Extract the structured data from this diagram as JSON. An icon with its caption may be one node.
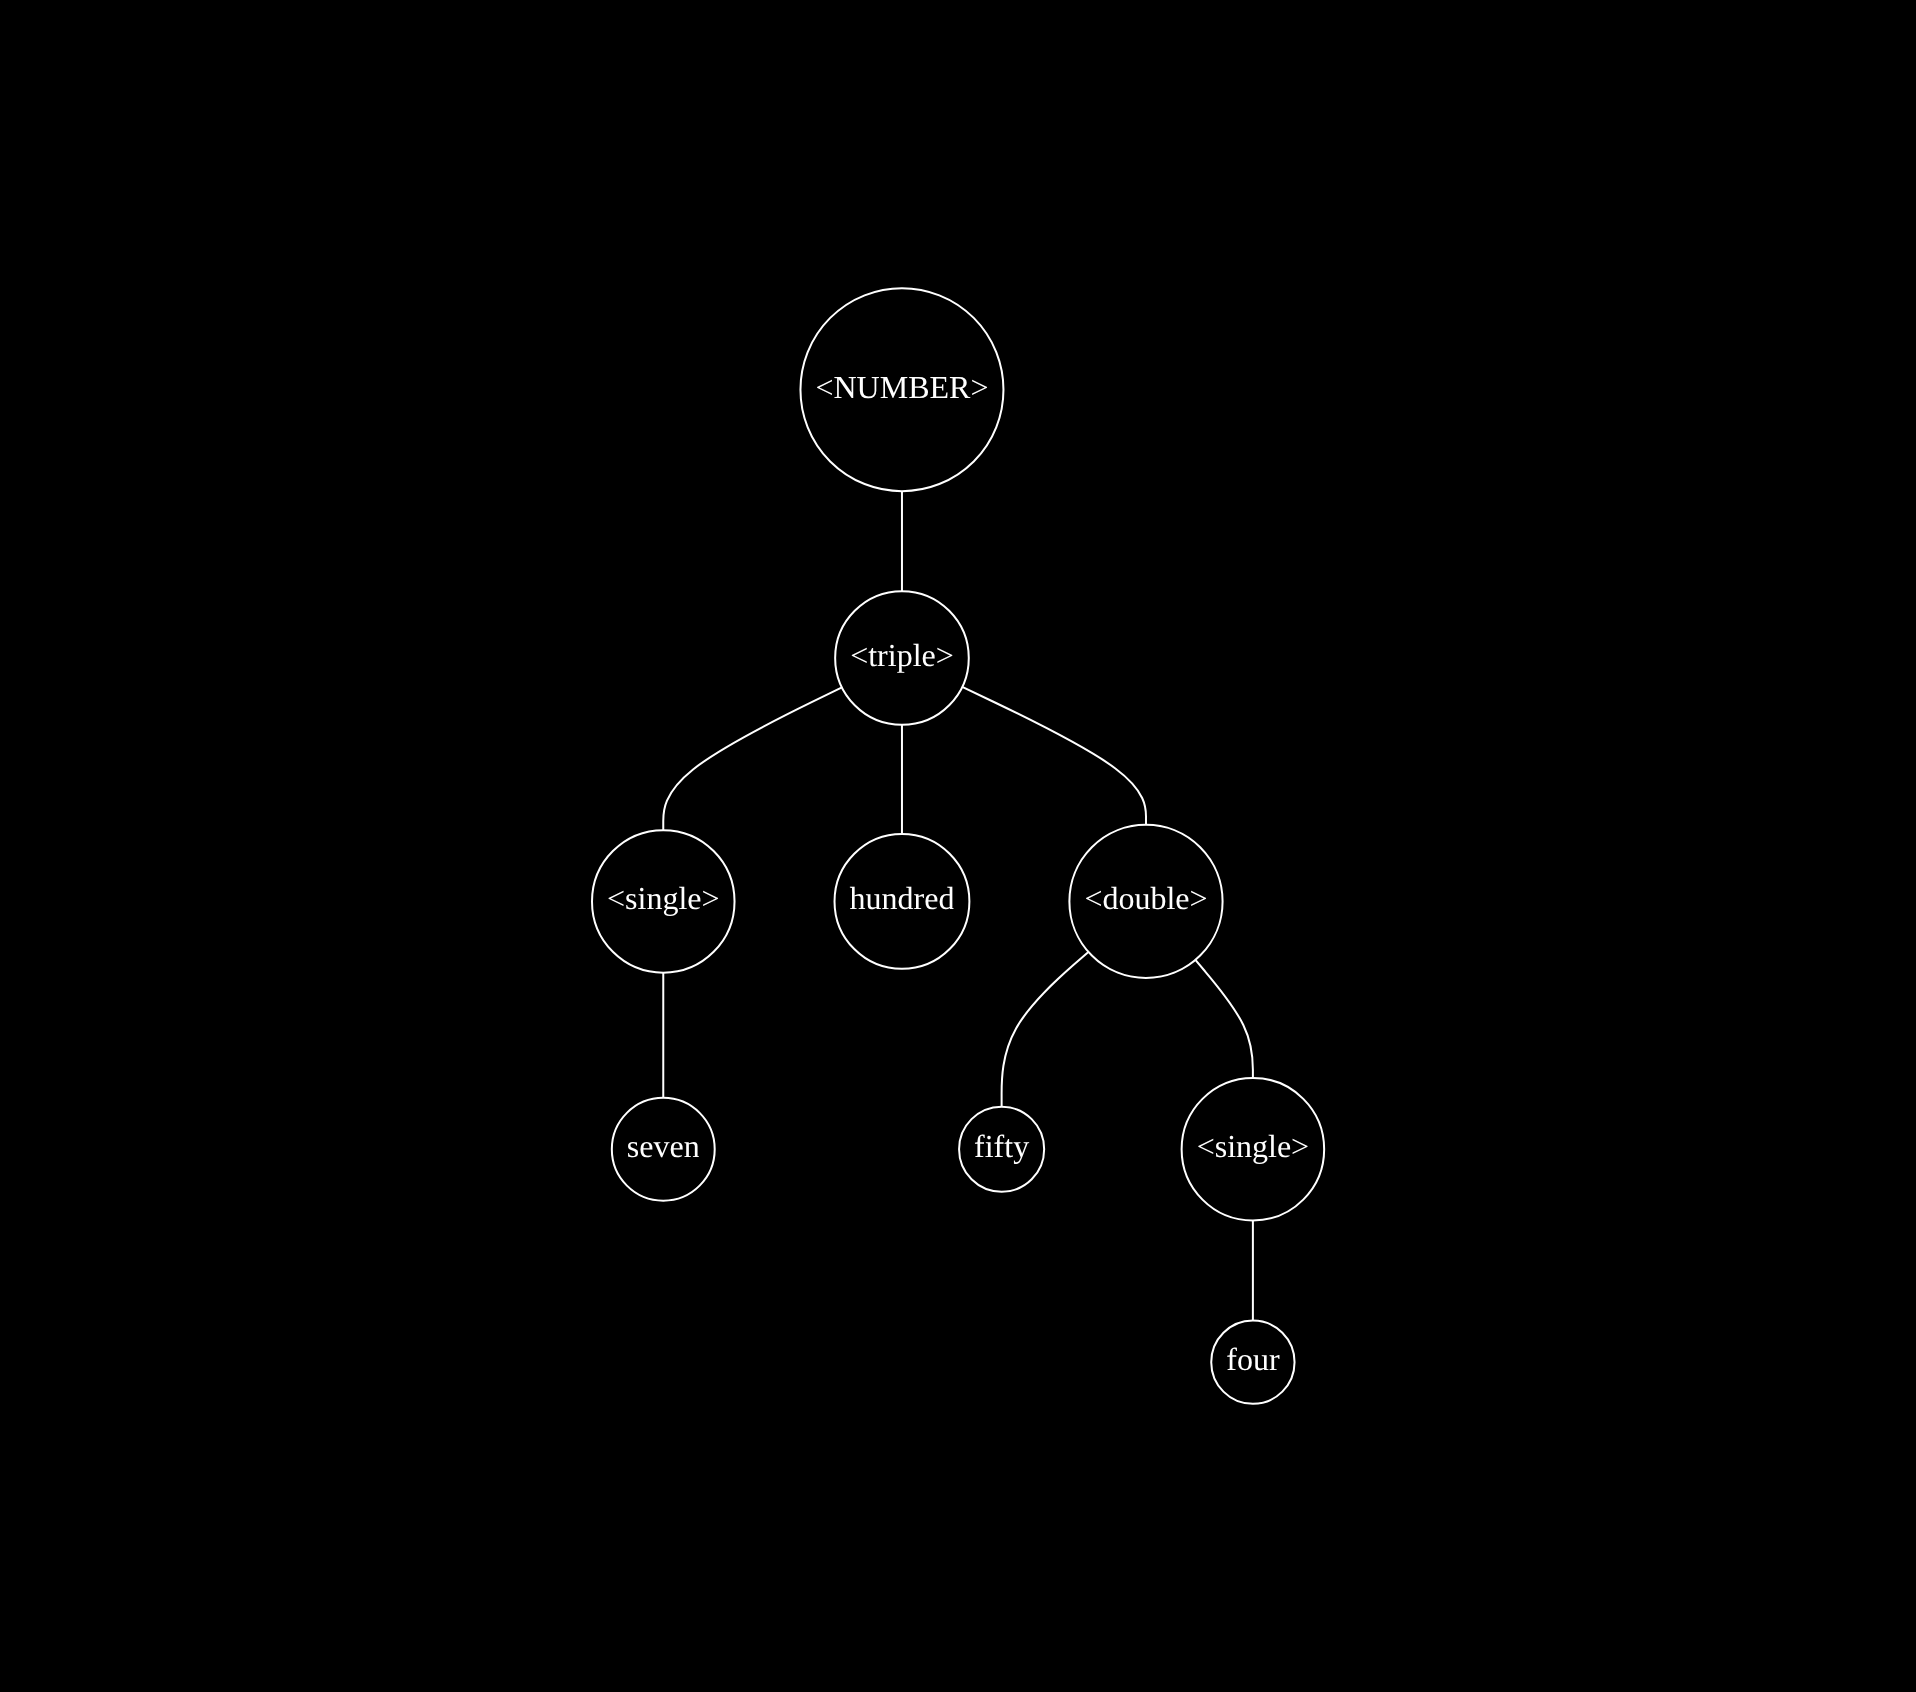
{
  "diagram": {
    "nodes": [
      {
        "text": [
          "<NUMBER>"
        ]
      },
      {
        "text": [
          "<triple>"
        ]
      },
      {
        "text": [
          "<single>"
        ]
      },
      {
        "text": [
          "hundred"
        ]
      },
      {
        "text": [
          "<double>"
        ]
      },
      {
        "text": [
          "seven"
        ]
      },
      {
        "text": [
          "fifty"
        ]
      },
      {
        "text": [
          "<single>"
        ]
      },
      {
        "text": [
          "four"
        ]
      }
    ],
    "edges": [
      {
        "from": 0,
        "to": 1,
        "arrow": "none"
      },
      {
        "from": 1,
        "to": 2,
        "arrow": "none"
      },
      {
        "from": 1,
        "to": 3,
        "arrow": "none"
      },
      {
        "from": 1,
        "to": 4,
        "arrow": "none"
      },
      {
        "from": 2,
        "to": 5,
        "arrow": "none"
      },
      {
        "from": 4,
        "to": 6,
        "arrow": "none"
      },
      {
        "from": 4,
        "to": 7,
        "arrow": "none"
      },
      {
        "from": 7,
        "to": 8,
        "arrow": "none"
      }
    ]
  }
}
